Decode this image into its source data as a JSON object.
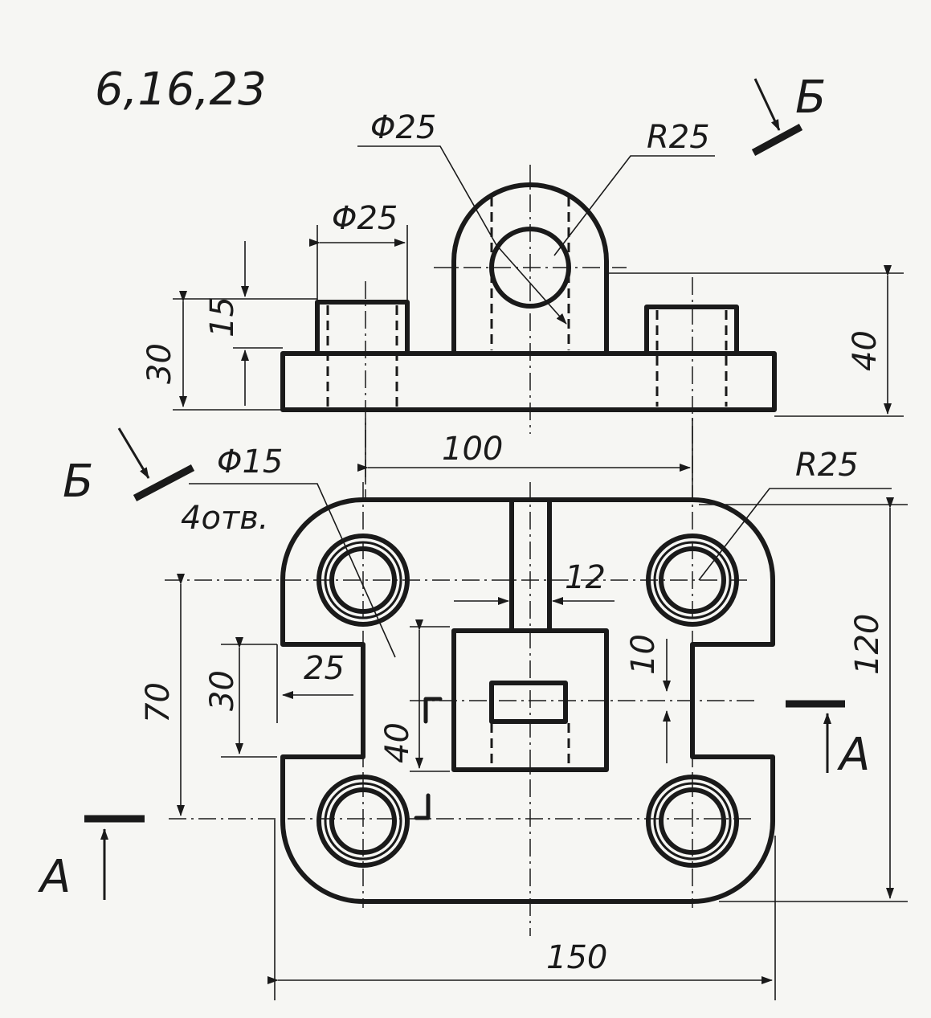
{
  "header": {
    "variants": "6,16,23"
  },
  "section_markers": {
    "a": "А",
    "b": "Б"
  },
  "front_view_dims": {
    "hole_boss": "Φ25",
    "boss_radius": "R25",
    "counterbore": "Φ25",
    "height_15": "15",
    "height_30": "30",
    "height_40": "40",
    "spacing_100": "100"
  },
  "top_view_dims": {
    "holes_dia": "Φ15",
    "holes_count": "4отв.",
    "corner_radius": "R25",
    "slot_12": "12",
    "dim_25": "25",
    "dim_10": "10",
    "dim_30": "30",
    "dim_40": "40",
    "dim_70": "70",
    "dim_120": "120",
    "dim_150": "150"
  },
  "colors": {
    "ink": "#1a1a1a",
    "paper": "#f6f6f3"
  }
}
